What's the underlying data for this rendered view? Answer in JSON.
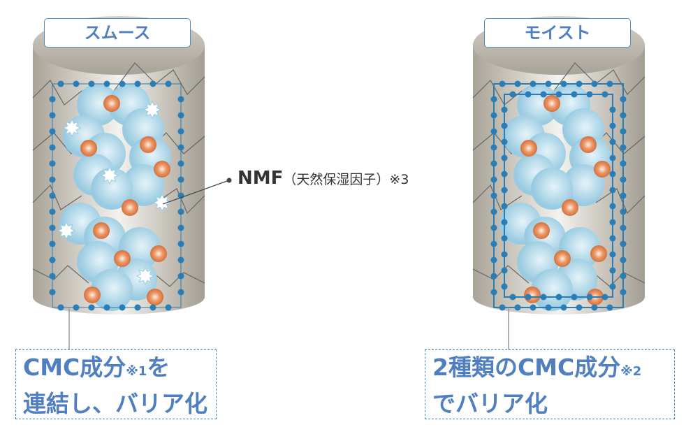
{
  "left": {
    "title": "スムース",
    "caption_line1": "CMC成分",
    "caption_note": "※1",
    "caption_line1_tail": "を",
    "caption_line2": "連結し、バリア化"
  },
  "right": {
    "title": "モイスト",
    "caption_line1": "2種類のCMC成分",
    "caption_note": "※2",
    "caption_line2": "でバリア化"
  },
  "nmf": {
    "label": "NMF",
    "detail": "（天然保湿因子）",
    "note": "※3"
  },
  "colors": {
    "label_text": "#4f7fc0",
    "barrier": "#2a7db5",
    "sphere": "#a9d5e8",
    "core": "#e07a45"
  }
}
